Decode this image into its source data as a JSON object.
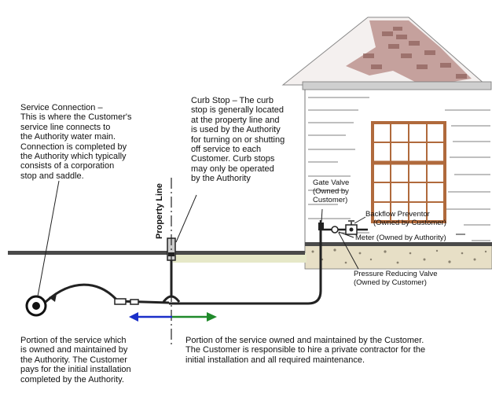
{
  "labels": {
    "service_connection": [
      "Service Connection –",
      "This is where the Customer's",
      "service line connects to",
      "the Authority water main.",
      "Connection is completed by",
      "the Authority which typically",
      "consists of a corporation",
      "stop and saddle."
    ],
    "curb_stop": [
      "Curb Stop – The curb",
      "stop is generally located",
      "at the property line and",
      "is used by the Authority",
      "for turning on or shutting",
      "off service to each",
      "Customer. Curb stops",
      "may only be operated",
      "by the Authority"
    ],
    "gate_valve": [
      "Gate Valve",
      "(Owned by",
      "Customer)"
    ],
    "backflow_preventor": [
      "Backflow Preventor",
      "(Owned by Customer)"
    ],
    "meter": "Meter (Owned by Authority)",
    "pressure_reducing_valve": [
      "Pressure Reducing Valve",
      "(Owned by Customer)"
    ],
    "property_line": "Property Line",
    "authority_portion": [
      "Portion of the service which",
      "is owned and maintained by",
      "the Authority. The Customer",
      "pays for the initial installation",
      "completed by the Authority."
    ],
    "customer_portion": [
      "Portion of the service owned and maintained by the Customer.",
      "The Customer is responsible to hire a private contractor for the",
      "initial installation and all required maintenance."
    ]
  },
  "colors": {
    "authority_arrow": "#1a2fc9",
    "customer_arrow": "#1f8a2a",
    "ground": "#444444",
    "grass": "#e6e8c8",
    "brick": "#a0706a",
    "foundation": "#e7dfc6"
  }
}
